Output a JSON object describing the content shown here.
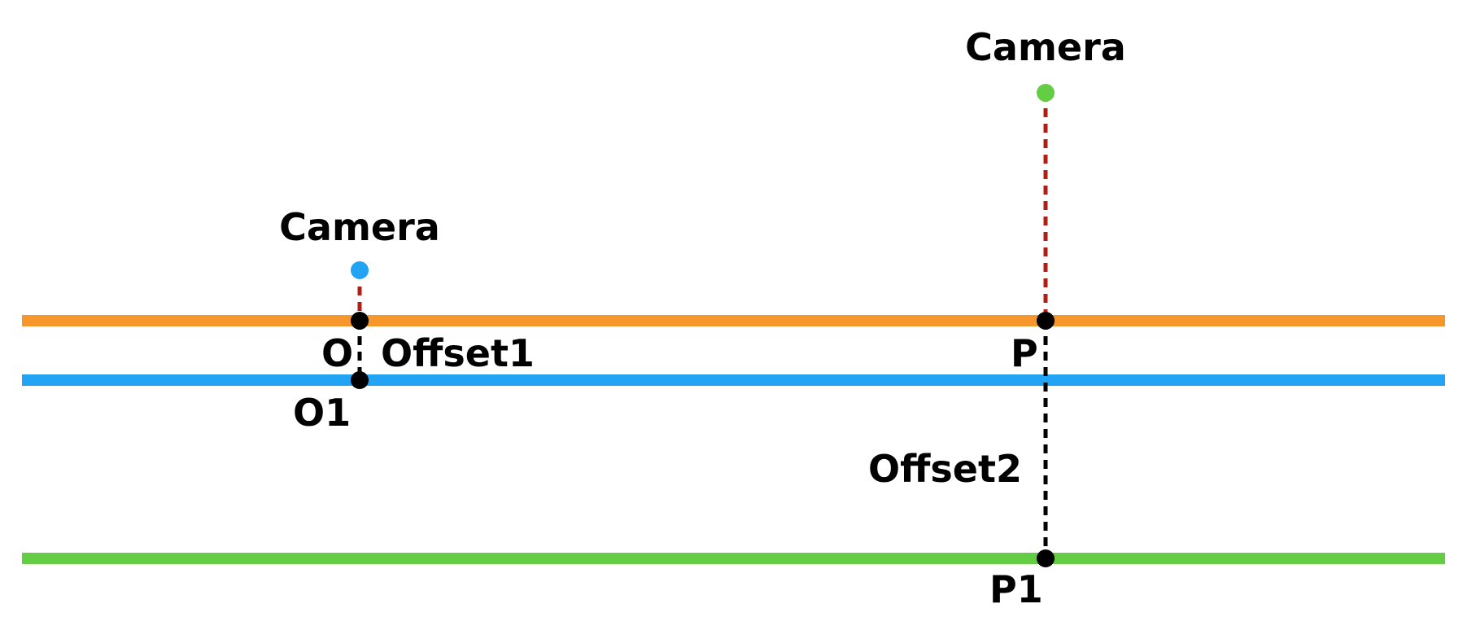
{
  "labels": {
    "camera_left": "Camera",
    "camera_right": "Camera",
    "point_o": "O",
    "point_o1": "O1",
    "point_p": "P",
    "point_p1": "P1",
    "offset1": "Offset1",
    "offset2": "Offset2"
  },
  "colors": {
    "orange_plane": "#F7962B",
    "blue_plane": "#22A3F3",
    "green_plane": "#63CD44",
    "camera_left_dot": "#22A3F3",
    "camera_right_dot": "#63CD44",
    "camera_ray": "#B01F14",
    "offset_line": "#000000",
    "point": "#000000"
  }
}
